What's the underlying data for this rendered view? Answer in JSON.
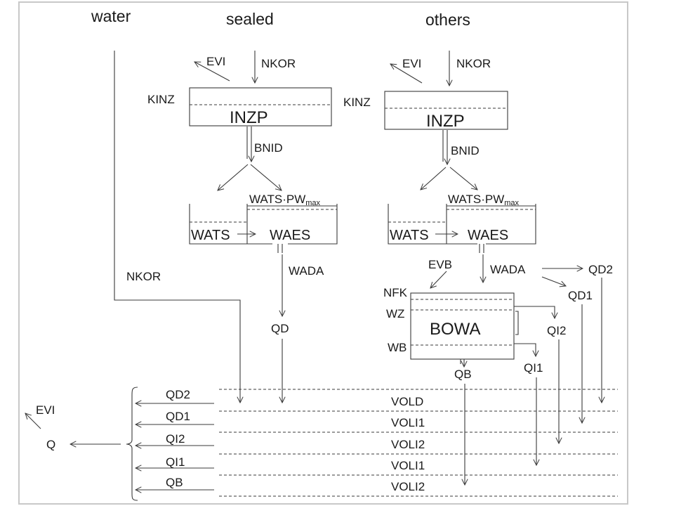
{
  "columns": {
    "water": "water",
    "sealed": "sealed",
    "others": "others"
  },
  "sealed": {
    "evi": "EVI",
    "nkor": "NKOR",
    "kinz": "KINZ",
    "inzp": "INZP",
    "bnid": "BNID",
    "wats_pw_base": "WATS·PW",
    "wats_pw_sub": "max",
    "wats": "WATS",
    "waes": "WAES",
    "wada": "WADA",
    "qd": "QD"
  },
  "others": {
    "evi": "EVI",
    "nkor": "NKOR",
    "kinz": "KINZ",
    "inzp": "INZP",
    "bnid": "BNID",
    "wats_pw_base": "WATS·PW",
    "wats_pw_sub": "max",
    "wats": "WATS",
    "waes": "WAES",
    "evb": "EVB",
    "wada": "WADA",
    "qd2": "QD2",
    "qd1": "QD1",
    "nfk": "NFK",
    "wz": "WZ",
    "wb": "WB",
    "bowa": "BOWA",
    "qi2": "QI2",
    "qi1": "QI1",
    "qb": "QB"
  },
  "water": {
    "nkor": "NKOR"
  },
  "outflow": {
    "evi": "EVI",
    "q": "Q",
    "components": [
      "QD2",
      "QD1",
      "QI2",
      "QI1",
      "QB"
    ],
    "storages": [
      "VOLD",
      "VOLI1",
      "VOLI2",
      "VOLI1",
      "VOLI2"
    ]
  }
}
